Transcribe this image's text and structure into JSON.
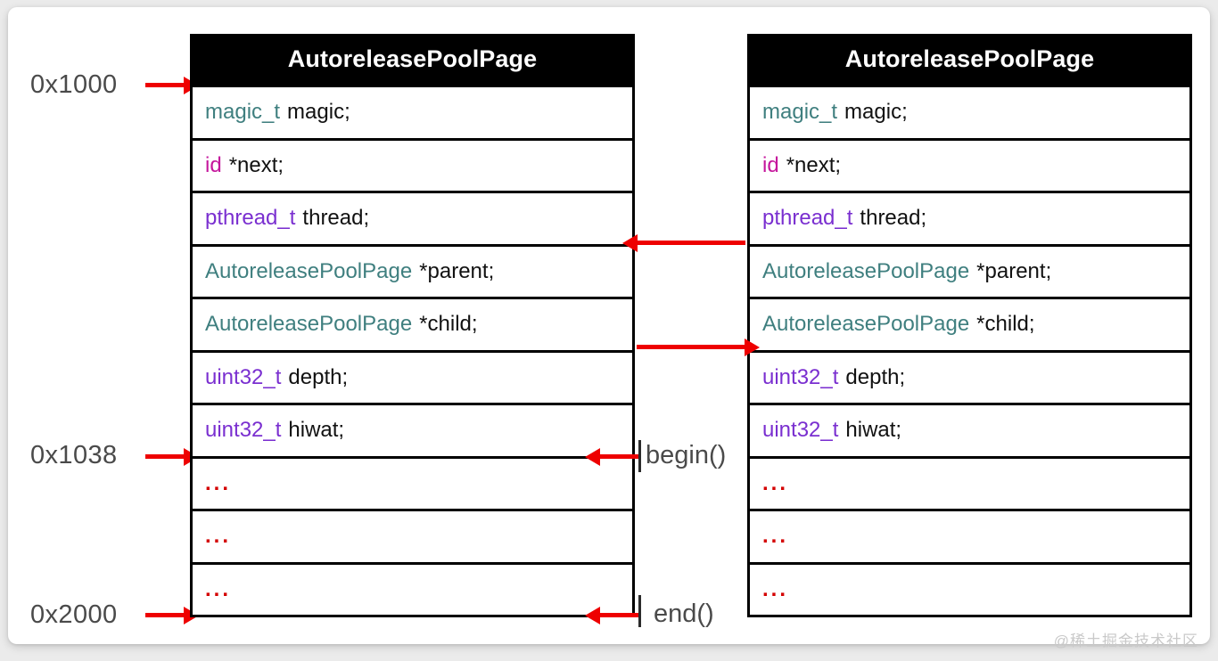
{
  "card": {
    "watermark": "@稀土掘金技术社区"
  },
  "colors": {
    "type_teal": "#3f7f7f",
    "type_pink": "#c5169c",
    "type_purple": "#7a2fd0",
    "ellipsis_red": "#d40000",
    "arrow_red": "#ee0000",
    "header_bg": "#000000",
    "header_fg": "#ffffff",
    "border": "#000000",
    "label_gray": "#4a4a4a",
    "page_bg": "#ebebeb",
    "card_bg": "#ffffff"
  },
  "address_labels": [
    {
      "name": "addr-0x1000",
      "text": "0x1000"
    },
    {
      "name": "addr-0x1038",
      "text": "0x1038"
    },
    {
      "name": "addr-0x2000",
      "text": "0x2000"
    }
  ],
  "function_labels": [
    {
      "name": "begin",
      "text": "begin()"
    },
    {
      "name": "end",
      "text": "end()"
    }
  ],
  "tables": {
    "left": {
      "title": "AutoreleasePoolPage",
      "rows": [
        {
          "type": "magic_t",
          "type_color": "teal",
          "member": "magic;"
        },
        {
          "type": "id",
          "type_color": "pink",
          "member": "*next;"
        },
        {
          "type": "pthread_t",
          "type_color": "purple",
          "member": "thread;"
        },
        {
          "type": "AutoreleasePoolPage",
          "type_color": "teal",
          "member": "*parent;"
        },
        {
          "type": "AutoreleasePoolPage",
          "type_color": "teal",
          "member": "*child;"
        },
        {
          "type": "uint32_t",
          "type_color": "purple",
          "member": "depth;"
        },
        {
          "type": "uint32_t",
          "type_color": "purple",
          "member": "hiwat;"
        },
        {
          "type": "...",
          "type_color": "dots",
          "member": ""
        },
        {
          "type": "...",
          "type_color": "dots",
          "member": ""
        },
        {
          "type": "...",
          "type_color": "dots",
          "member": ""
        }
      ]
    },
    "right": {
      "title": "AutoreleasePoolPage",
      "rows": [
        {
          "type": "magic_t",
          "type_color": "teal",
          "member": "magic;"
        },
        {
          "type": "id",
          "type_color": "pink",
          "member": "*next;"
        },
        {
          "type": "pthread_t",
          "type_color": "purple",
          "member": "thread;"
        },
        {
          "type": "AutoreleasePoolPage",
          "type_color": "teal",
          "member": "*parent;"
        },
        {
          "type": "AutoreleasePoolPage",
          "type_color": "teal",
          "member": "*child;"
        },
        {
          "type": "uint32_t",
          "type_color": "purple",
          "member": "depth;"
        },
        {
          "type": "uint32_t",
          "type_color": "purple",
          "member": "hiwat;"
        },
        {
          "type": "...",
          "type_color": "dots",
          "member": ""
        },
        {
          "type": "...",
          "type_color": "dots",
          "member": ""
        },
        {
          "type": "...",
          "type_color": "dots",
          "member": ""
        }
      ]
    }
  },
  "arrows": [
    {
      "name": "addr-0x1000-pointer",
      "direction": "right"
    },
    {
      "name": "addr-0x1038-pointer",
      "direction": "right"
    },
    {
      "name": "addr-0x2000-pointer",
      "direction": "right"
    },
    {
      "name": "parent-link",
      "direction": "left"
    },
    {
      "name": "child-link",
      "direction": "right"
    },
    {
      "name": "begin-pointer",
      "direction": "left"
    },
    {
      "name": "end-pointer",
      "direction": "left"
    }
  ]
}
